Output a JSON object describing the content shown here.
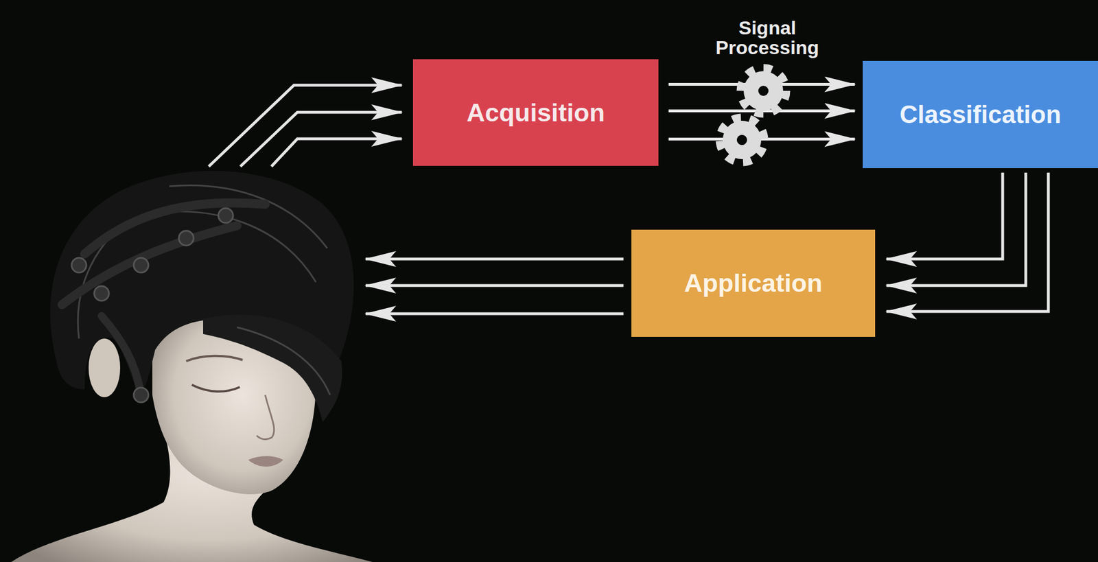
{
  "diagram": {
    "nodes": [
      {
        "text": [
          "Acquisition"
        ]
      },
      {
        "text": [
          "Classification"
        ]
      },
      {
        "text": [
          "Application"
        ]
      }
    ],
    "edges": [
      {
        "from": 0,
        "to": 1,
        "arrow": "to",
        "label": "Signal Processing"
      },
      {
        "from": 1,
        "to": 2,
        "arrow": "to"
      }
    ]
  }
}
